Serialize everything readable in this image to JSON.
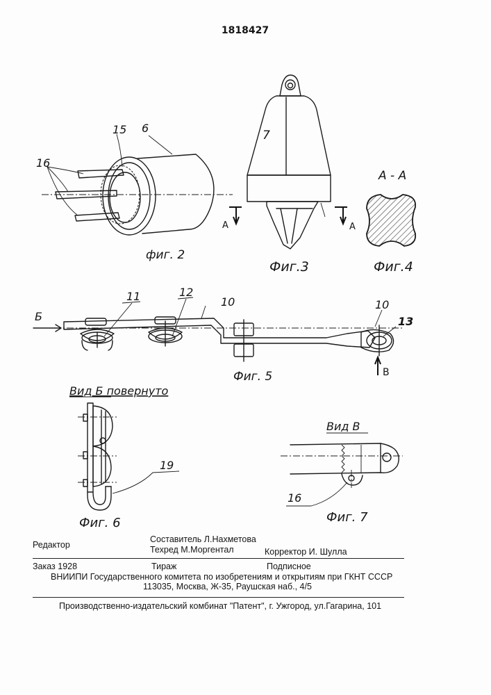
{
  "patent_number": "1818427",
  "figures": {
    "fig2": {
      "caption": "фиг. 2",
      "labels": {
        "part_15": "15",
        "part_6": "6",
        "part_16": "16"
      }
    },
    "fig3": {
      "caption": "Фиг.3",
      "labels": {
        "part_7": "7",
        "section_mark_left": "A",
        "section_mark_right": "A"
      }
    },
    "fig4": {
      "caption": "Фиг.4",
      "section_title": "А - А"
    },
    "fig5": {
      "caption": "Фиг. 5",
      "labels": {
        "view_b_arrow": "Б",
        "part_11": "11",
        "part_12": "12",
        "part_10": "10",
        "part_10b": "10",
        "part_13": "13",
        "view_v_arrow": "В"
      }
    },
    "fig6": {
      "caption": "Фиг. 6",
      "view_title": "Вид Б  повернуто",
      "labels": {
        "part_19": "19"
      }
    },
    "fig7": {
      "caption": "Фиг. 7",
      "view_title": "Вид В",
      "labels": {
        "part_16": "16"
      }
    }
  },
  "imprint": {
    "editor": "Редактор",
    "compiler": "Составитель  Л.Нахметова",
    "techred": "Техред М.Моргентал",
    "corrector": "Корректор   И. Шулла",
    "order": "Заказ  1928",
    "circulation": "Тираж",
    "subscription": "Подписное",
    "org_line": "ВНИИПИ Государственного комитета по изобретениям и открытиям при ГКНТ СССР",
    "address": "113035, Москва, Ж-35, Раушская наб., 4/5",
    "publisher": "Производственно-издательский комбинат \"Патент\", г. Ужгород, ул.Гагарина, 101"
  }
}
